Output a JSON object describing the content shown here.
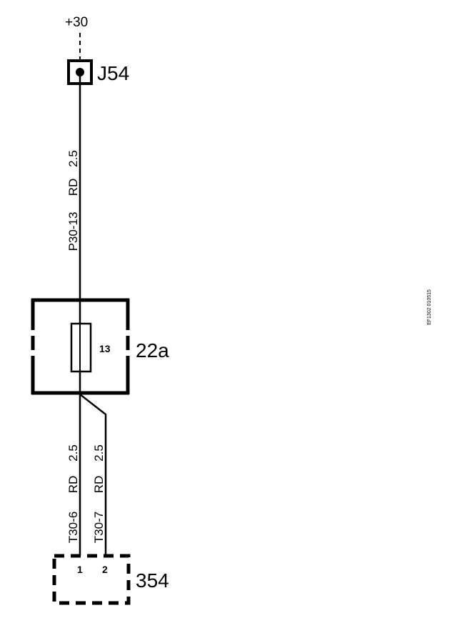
{
  "supply": {
    "label": "+30"
  },
  "junction": {
    "id": "J54"
  },
  "wire_upper": {
    "gauge": "2.5",
    "color": "RD",
    "code": "P30-13"
  },
  "fuse_box": {
    "id": "22a",
    "fuse_number": "13"
  },
  "wire_left": {
    "gauge": "2.5",
    "color": "RD",
    "code": "T30-6"
  },
  "wire_right": {
    "gauge": "2.5",
    "color": "RD",
    "code": "T30-7"
  },
  "connector": {
    "id": "354",
    "pin1": "1",
    "pin2": "2"
  },
  "drawing_ref": "EF1302 010515"
}
